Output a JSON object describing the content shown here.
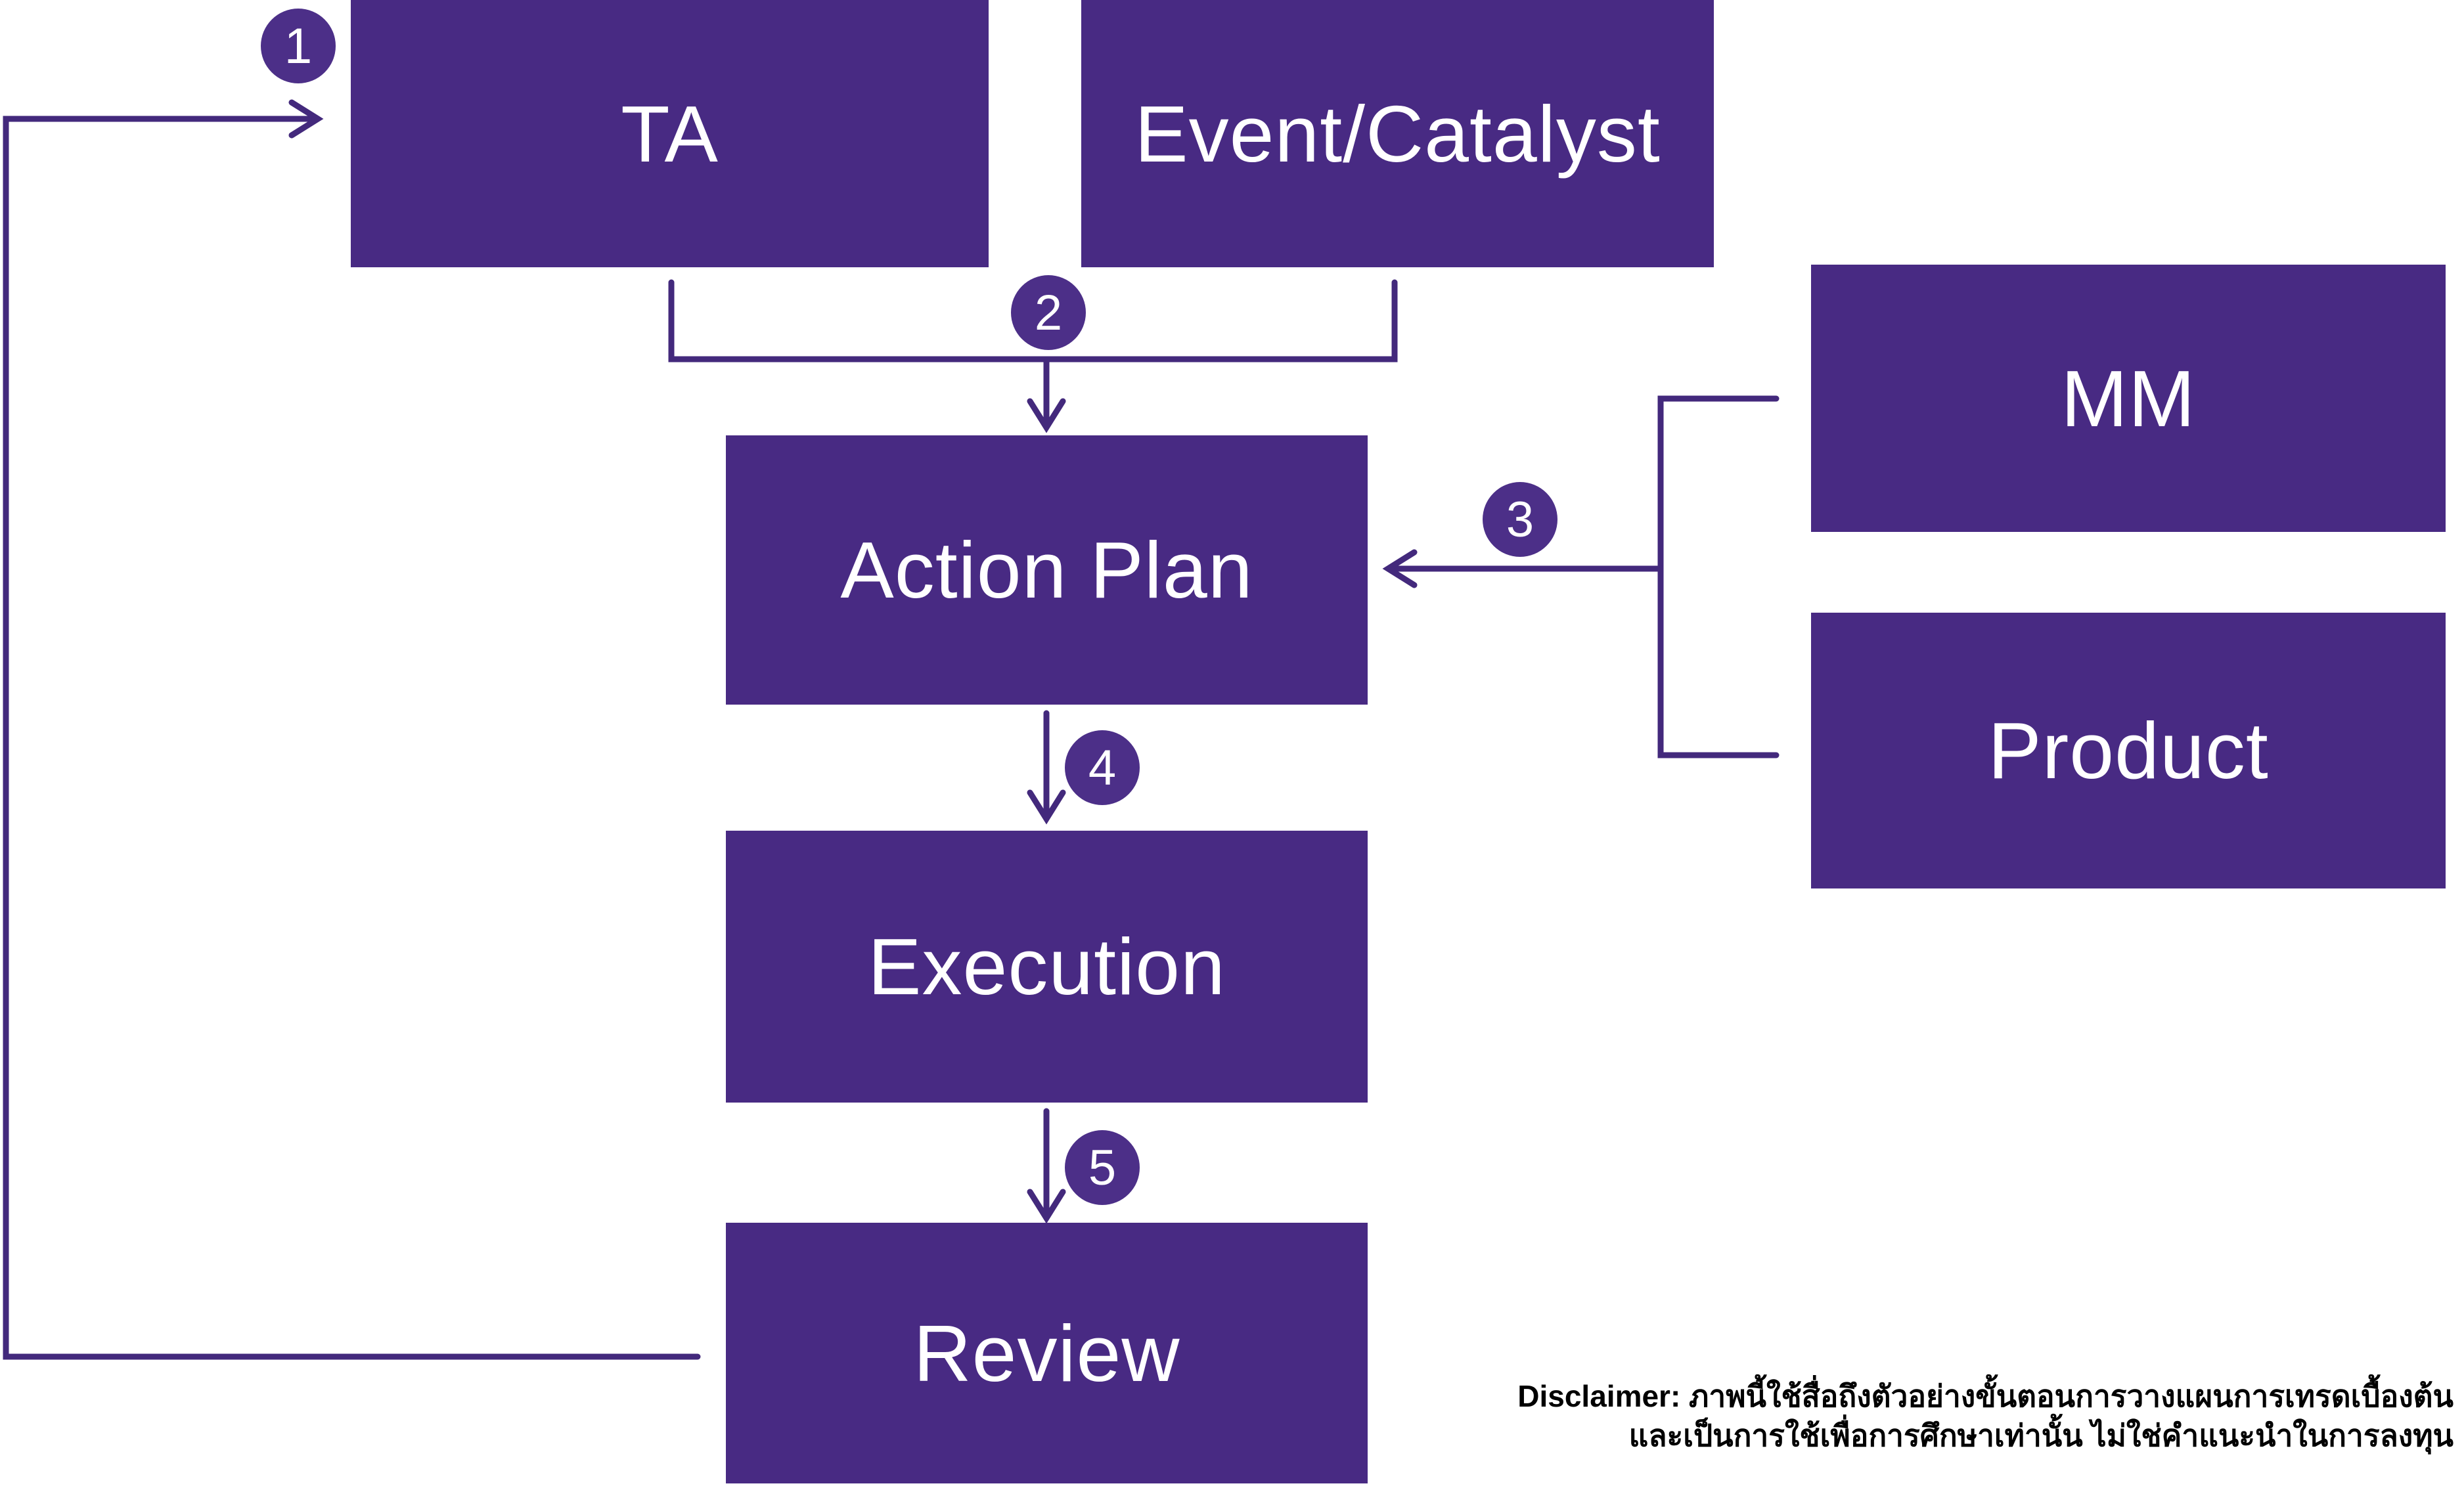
{
  "diagram": {
    "colors": {
      "box_fill": "#482A83",
      "badge_fill": "#4C2F88",
      "connector": "#43297C",
      "box_text": "#FFFFFF",
      "badge_text": "#FFFFFF",
      "disclaimer_text": "#000000",
      "background": "#FFFFFF"
    },
    "boxes": [
      {
        "id": "ta",
        "label": "TA"
      },
      {
        "id": "event-catalyst",
        "label": "Event/Catalyst"
      },
      {
        "id": "action-plan",
        "label": "Action Plan"
      },
      {
        "id": "execution",
        "label": "Execution"
      },
      {
        "id": "review",
        "label": "Review"
      },
      {
        "id": "mm",
        "label": "MM"
      },
      {
        "id": "product",
        "label": "Product"
      }
    ],
    "steps": [
      {
        "label": "1"
      },
      {
        "label": "2"
      },
      {
        "label": "3"
      },
      {
        "label": "4"
      },
      {
        "label": "5"
      }
    ],
    "disclaimer": {
      "line1": "Disclaimer: ภาพนี้ใช้สื่อถึงตัวอย่างขั้นตอนการวางแผนการเทรดเบื้องต้น",
      "line2": "และเป็นการใช้เพื่อการศึกษาเท่านั้น ไม่ใช่คำแนะนำในการลงทุน"
    }
  }
}
